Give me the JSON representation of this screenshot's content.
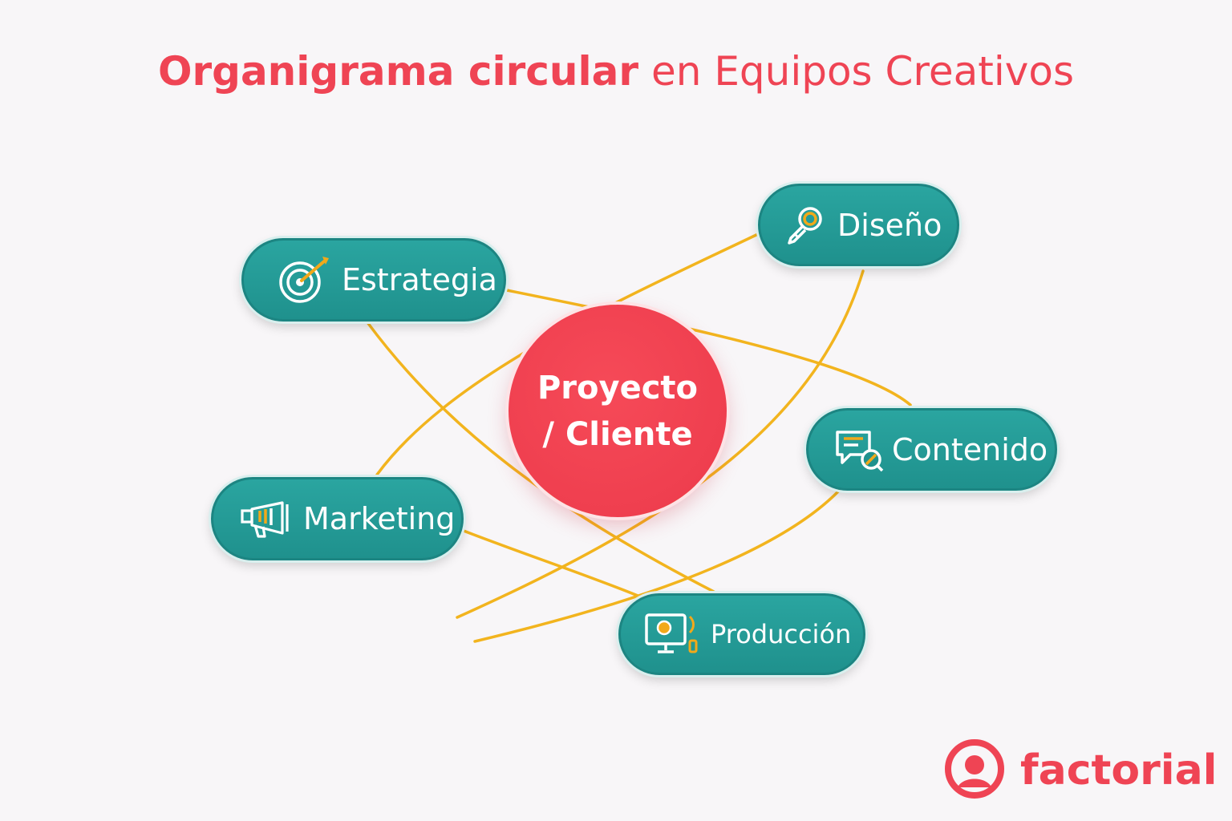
{
  "title": {
    "bold": "Organigrama circular",
    "light": "en Equipos Creativos"
  },
  "center": {
    "line1": "Proyecto",
    "line2": "/ Cliente"
  },
  "nodes": {
    "estrategia": "Estrategia",
    "diseno": "Diseño",
    "contenido": "Contenido",
    "marketing": "Marketing",
    "produccion": "Producción"
  },
  "brand": {
    "name": "factorial"
  },
  "colors": {
    "accent": "#ef4454",
    "node": "#2aa5a0",
    "link": "#f2b41e",
    "icon_highlight": "#f2a91a"
  }
}
